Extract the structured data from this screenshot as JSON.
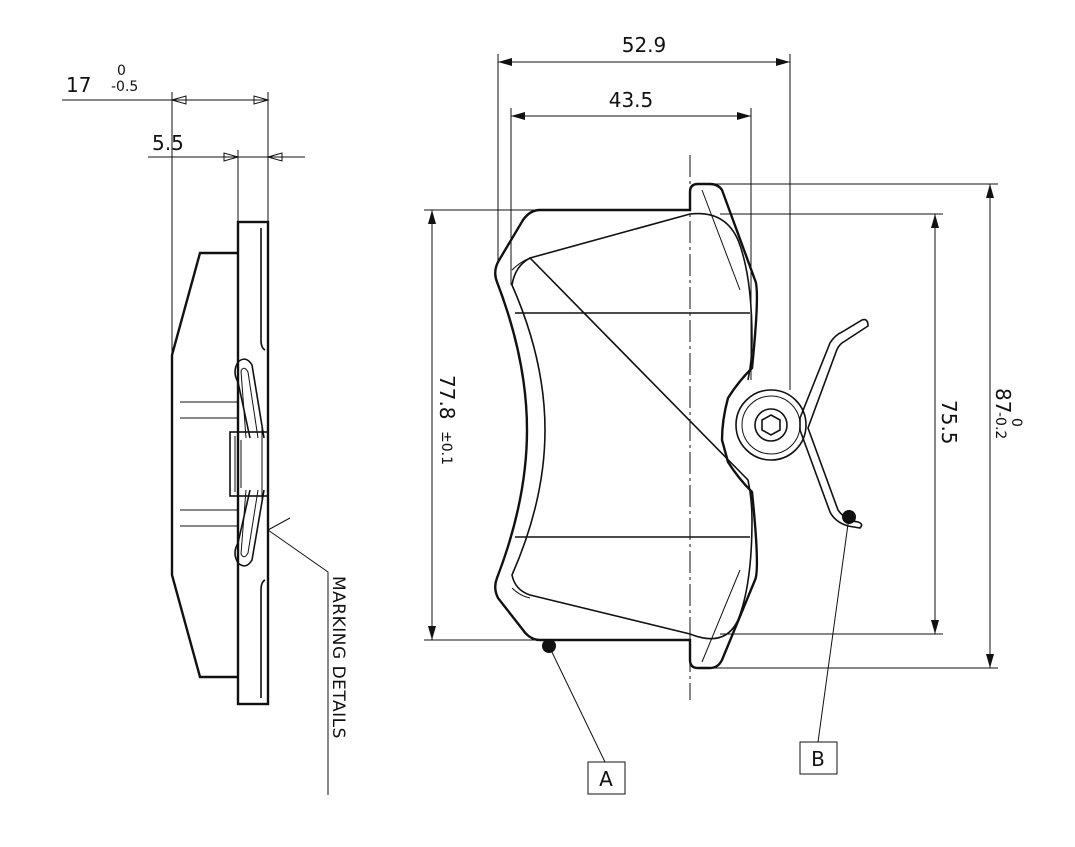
{
  "colors": {
    "ink": "#111111",
    "paper": "#ffffff"
  },
  "side_view": {
    "overall_thickness": {
      "nominal": "17",
      "tol_upper": "0",
      "tol_lower": "-0.5"
    },
    "plate_thickness": "5.5",
    "marking_note": "MARKING DETAILS"
  },
  "front_view": {
    "outer_width": "52.9",
    "inner_width": "43.5",
    "height_left": {
      "nominal": "77.8",
      "tol": "±0.1"
    },
    "height_inner_right": "75.5",
    "height_outer_right": {
      "nominal": "87",
      "tol_upper": "0",
      "tol_lower": "-0.2"
    },
    "callouts": {
      "a": "A",
      "b": "B"
    }
  }
}
